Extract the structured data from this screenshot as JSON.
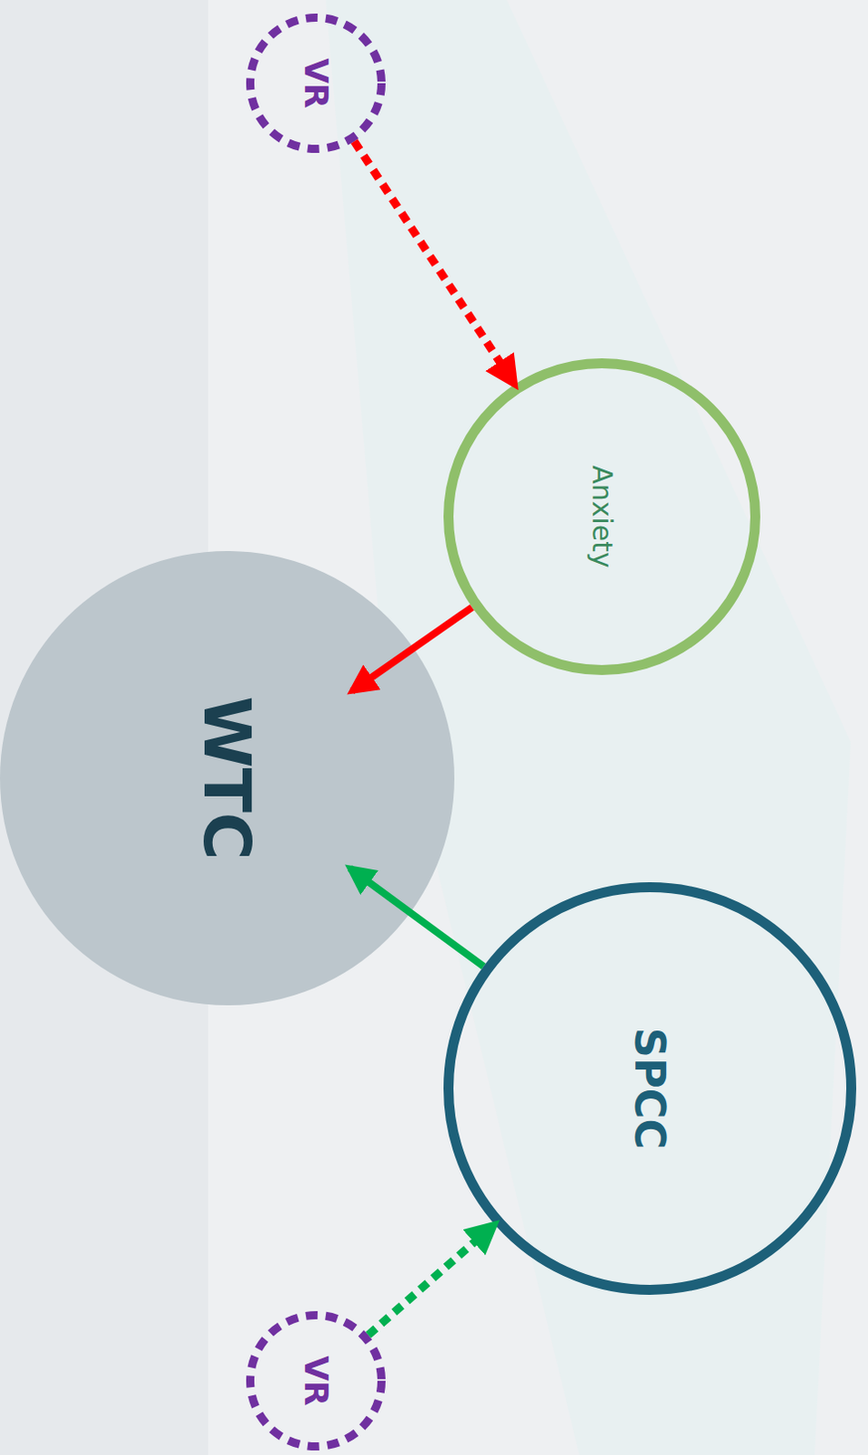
{
  "diagram": {
    "nodes": [
      {
        "text": [
          "VR"
        ]
      },
      {
        "text": [
          "Anxiety"
        ]
      },
      {
        "text": [
          "WTC"
        ]
      },
      {
        "text": [
          "SPCC"
        ]
      },
      {
        "text": [
          "VR"
        ]
      }
    ],
    "edges": [
      {
        "from": 0,
        "to": 1,
        "arrow": "to"
      },
      {
        "from": 1,
        "to": 2,
        "arrow": "to"
      },
      {
        "from": 3,
        "to": 2,
        "arrow": "to"
      },
      {
        "from": 4,
        "to": 3,
        "arrow": "to"
      }
    ]
  }
}
